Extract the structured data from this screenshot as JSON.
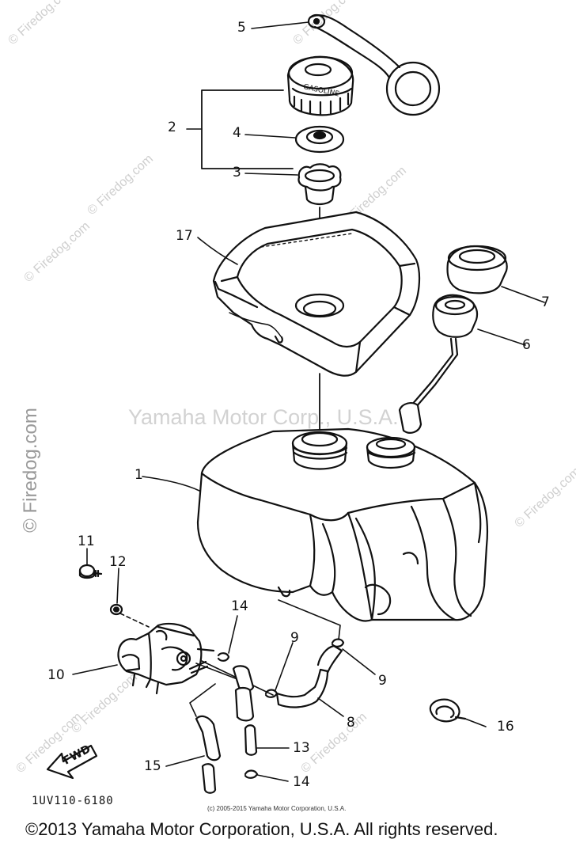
{
  "watermarks": {
    "diagonal": "© Firedog.com",
    "center": "Yamaha Motor Corp., U.S.A.",
    "side": "© Firedog.com"
  },
  "callouts": [
    "1",
    "2",
    "3",
    "4",
    "5",
    "6",
    "7",
    "8",
    "9",
    "9",
    "10",
    "11",
    "12",
    "13",
    "14",
    "14",
    "15",
    "16",
    "17"
  ],
  "drawing_code": "1UV110-6180",
  "fwd_label": "FWD",
  "cap_lettering": "GASOLINE",
  "small_copyright": "(c) 2005-2015 Yamaha Motor Corporation, U.S.A.",
  "footer_copyright": "©2013 Yamaha Motor Corporation, U.S.A. All rights reserved."
}
